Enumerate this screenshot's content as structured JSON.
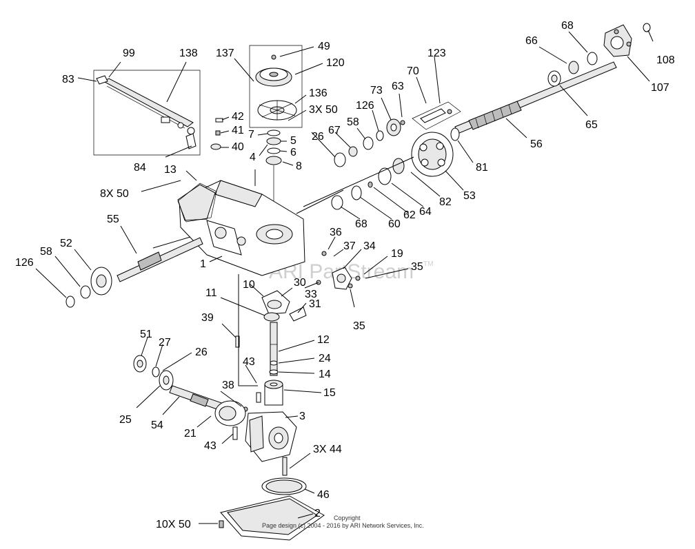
{
  "labels": {
    "l99": "99",
    "l138": "138",
    "l83": "83",
    "l84": "84",
    "l137": "137",
    "l49": "49",
    "l120": "120",
    "l136": "136",
    "l3x50": "3X 50",
    "l42": "42",
    "l41": "41",
    "l40": "40",
    "l7": "7",
    "l5": "5",
    "l6": "6",
    "l4": "4",
    "l8": "8",
    "l126a": "126",
    "l73": "73",
    "l63": "63",
    "l58a": "58",
    "l67": "67",
    "l26a": "26",
    "l123": "123",
    "l70": "70",
    "l68a": "68",
    "l66": "66",
    "l108": "108",
    "l107": "107",
    "l65": "65",
    "l56": "56",
    "l81": "81",
    "l53": "53",
    "l82": "82",
    "l64": "64",
    "l62": "62",
    "l60": "60",
    "l68b": "68",
    "l13": "13",
    "l8x50": "8X 50",
    "l55": "55",
    "l52": "52",
    "l58b": "58",
    "l126b": "126",
    "l1": "1",
    "l36": "36",
    "l37": "37",
    "l34": "34",
    "l19": "19",
    "l35a": "35",
    "l35b": "35",
    "l33": "33",
    "l10": "10",
    "l30": "30",
    "l31": "31",
    "l11": "11",
    "l39": "39",
    "l12": "12",
    "l24": "24",
    "l14": "14",
    "l15": "15",
    "l43a": "43",
    "l43b": "43",
    "l51": "51",
    "l27": "27",
    "l26b": "26",
    "l25": "25",
    "l54": "54",
    "l21": "21",
    "l38": "38",
    "l3": "3",
    "l3x44": "3X 44",
    "l46": "46",
    "l2": "2",
    "l10x50": "10X 50"
  },
  "watermark": "ARI PartStream",
  "watermark_tm": "TM",
  "copyright_line1": "Copyright",
  "copyright_line2": "Page design (c) 2004 - 2016 by ARI Network Services, Inc."
}
